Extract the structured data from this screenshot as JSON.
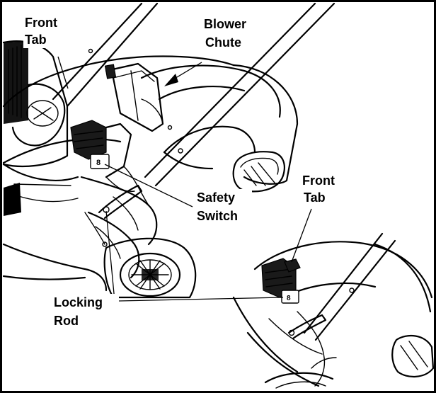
{
  "labels": {
    "front_tab_top_line1": "Front",
    "front_tab_top_line2": "Tab",
    "blower_chute_line1": "Blower",
    "blower_chute_line2": "Chute",
    "front_tab_inset_line1": "Front",
    "front_tab_inset_line2": "Tab",
    "safety_switch_line1": "Safety",
    "safety_switch_line2": "Switch",
    "locking_rod_line1": "Locking",
    "locking_rod_line2": "Rod"
  },
  "colors": {
    "ink": "#000000",
    "paper": "#ffffff"
  }
}
